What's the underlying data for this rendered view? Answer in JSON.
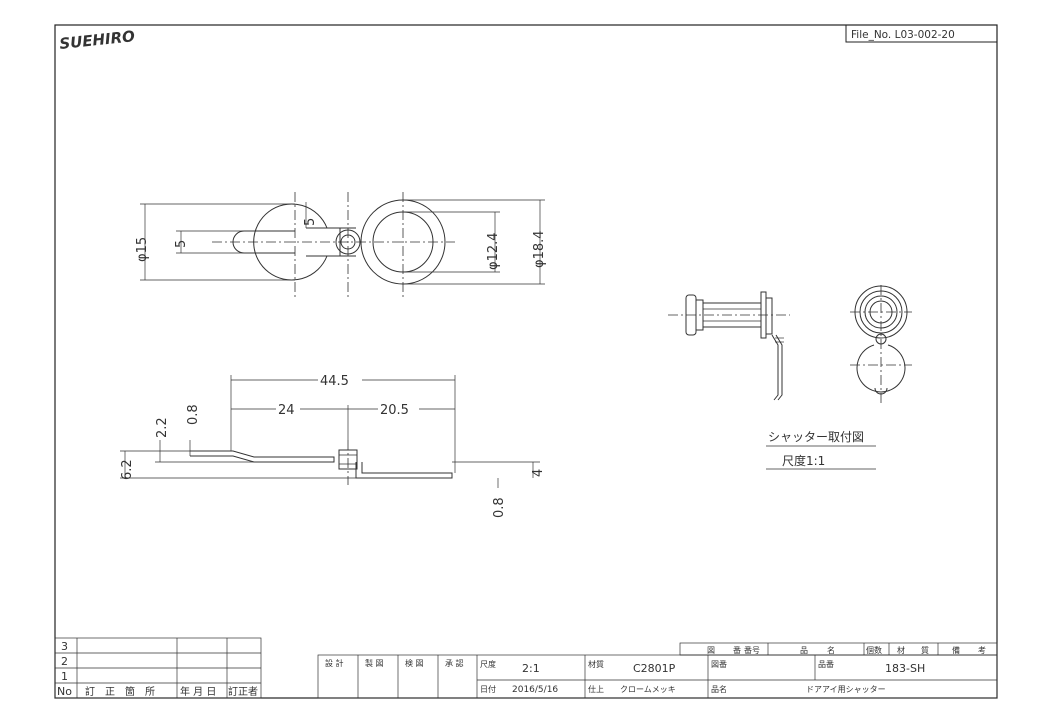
{
  "logo": {
    "text": "SUEHIRO"
  },
  "file_no": "File_No. L03-002-20",
  "dimensions": {
    "d15": "φ15",
    "d12_4": "φ12.4",
    "d18_4": "φ18.4",
    "slot_left": "5",
    "slot_right": "5",
    "len_44_5": "44.5",
    "len_24": "24",
    "len_20_5": "20.5",
    "h_2_2": "2.2",
    "h_0_8_top": "0.8",
    "h_6_2": "6.2",
    "h_4": "4",
    "h_0_8_bottom": "0.8"
  },
  "mounting": {
    "title": "シャッター取付図",
    "scale": "尺度1:1"
  },
  "revision_table": {
    "rows": [
      "3",
      "2",
      "1"
    ],
    "header": {
      "no": "No",
      "location": "訂　正　箇　所",
      "date": "年 月 日",
      "corrector": "訂正者"
    }
  },
  "title_block": {
    "header_labels": [
      "図",
      "番",
      "番号",
      "品",
      "名",
      "個数",
      "材",
      "質",
      "備",
      "考"
    ],
    "roles": [
      "設 計",
      "製 図",
      "検 図",
      "承 認"
    ],
    "scale_label": "尺度",
    "scale_value": "2:1",
    "material_label": "材質",
    "material_value": "C2801P",
    "drawing_no_label": "図番",
    "product_no_label": "品番",
    "product_no_value": "183-SH",
    "date_label": "日付",
    "date_value": "2016/5/16",
    "finish_label": "仕上",
    "finish_value": "クロームメッキ",
    "product_name_label": "品名",
    "product_name_value": "ドアアイ用シャッター"
  }
}
